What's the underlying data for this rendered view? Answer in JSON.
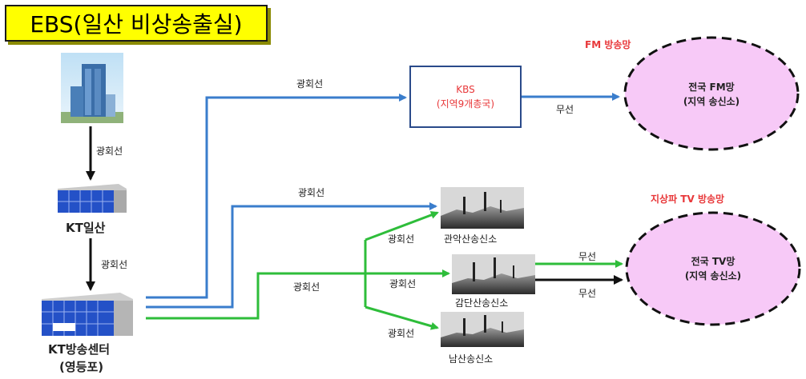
{
  "title": "EBS(일산 비상송출실)",
  "nodes": {
    "kt_ilsan": "KT일산",
    "kt_center_line1": "KT방송센터",
    "kt_center_line2": "(영등포)",
    "kbs_line1": "KBS",
    "kbs_line2": "(지역9개총국)",
    "gwanak": "관악산송신소",
    "gamdan": "감단산송신소",
    "namsan": "남산송신소",
    "fm_net_line1": "전국 FM망",
    "fm_net_line2": "(지역 송신소)",
    "tv_net_line1": "전국 TV망",
    "tv_net_line2": "(지역 송신소)"
  },
  "headings": {
    "fm": "FM 방송망",
    "tv": "지상파 TV 방송망"
  },
  "edge_labels": {
    "fiber": "광회선",
    "wireless": "무선"
  },
  "colors": {
    "blue": "#3a7dcc",
    "green": "#2ebd3a",
    "black": "#111111",
    "ellipse_fill": "#f7c9f7",
    "red": "#e8383a",
    "title_bg": "#ffff00"
  }
}
